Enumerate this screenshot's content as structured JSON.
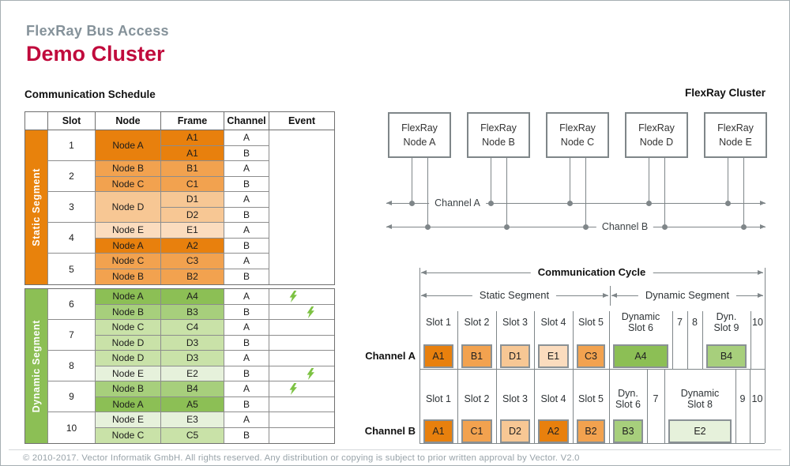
{
  "page": {
    "title": "FlexRay Bus Access",
    "subtitle": "Demo Cluster",
    "footer": "© 2010-2017. Vector Informatik GmbH. All rights reserved. Any distribution or copying is subject to prior written approval by Vector. V2.0"
  },
  "colors": {
    "accent_red": "#C00A3C",
    "title_gray": "#85929A",
    "line_gray": "#7F8689",
    "bolt_green": "#7CC242",
    "static_segment": "#E8820C",
    "dynamic_segment": "#8CBF55",
    "static_nodes": {
      "A": "#E8800D",
      "B": "#F2A24F",
      "C": "#F2A24F",
      "D": "#F7C794",
      "E": "#FBDCBE"
    },
    "dynamic_nodes": {
      "A": "#8CBF55",
      "B": "#A7CF7C",
      "C": "#C9E2A8",
      "D": "#C9E2A8",
      "E": "#E6F1DB"
    }
  },
  "schedule": {
    "heading": "Communication Schedule",
    "columns": [
      "Slot",
      "Node",
      "Frame",
      "Channel",
      "Event"
    ],
    "segments": [
      {
        "label": "Static Segment",
        "type": "static",
        "event_merged": true,
        "slots": [
          {
            "slot": "1",
            "rows": [
              {
                "node": "Node A",
                "span": 2,
                "key": "A",
                "frame": "A1",
                "channel": "A"
              },
              {
                "key": "A",
                "frame": "A1",
                "channel": "B"
              }
            ]
          },
          {
            "slot": "2",
            "rows": [
              {
                "node": "Node B",
                "span": 1,
                "key": "B",
                "frame": "B1",
                "channel": "A"
              },
              {
                "node": "Node C",
                "span": 1,
                "key": "C",
                "frame": "C1",
                "channel": "B"
              }
            ]
          },
          {
            "slot": "3",
            "rows": [
              {
                "node": "Node D",
                "span": 2,
                "key": "D",
                "frame": "D1",
                "channel": "A"
              },
              {
                "key": "D",
                "frame": "D2",
                "channel": "B"
              }
            ]
          },
          {
            "slot": "4",
            "rows": [
              {
                "node": "Node E",
                "span": 1,
                "key": "E",
                "frame": "E1",
                "channel": "A"
              },
              {
                "node": "Node A",
                "span": 1,
                "key": "A",
                "frame": "A2",
                "channel": "B"
              }
            ]
          },
          {
            "slot": "5",
            "rows": [
              {
                "node": "Node C",
                "span": 1,
                "key": "C",
                "frame": "C3",
                "channel": "A"
              },
              {
                "node": "Node B",
                "span": 1,
                "key": "B",
                "frame": "B2",
                "channel": "B"
              }
            ]
          }
        ]
      },
      {
        "label": "Dynamic Segment",
        "type": "dynamic",
        "event_merged": false,
        "slots": [
          {
            "slot": "6",
            "rows": [
              {
                "node": "Node A",
                "span": 1,
                "key": "A",
                "frame": "A4",
                "channel": "A",
                "event": true
              },
              {
                "node": "Node B",
                "span": 1,
                "key": "B",
                "frame": "B3",
                "channel": "B",
                "event": true
              }
            ]
          },
          {
            "slot": "7",
            "rows": [
              {
                "node": "Node C",
                "span": 1,
                "key": "C",
                "frame": "C4",
                "channel": "A"
              },
              {
                "node": "Node D",
                "span": 1,
                "key": "D",
                "frame": "D3",
                "channel": "B"
              }
            ]
          },
          {
            "slot": "8",
            "rows": [
              {
                "node": "Node D",
                "span": 1,
                "key": "D",
                "frame": "D3",
                "channel": "A"
              },
              {
                "node": "Node E",
                "span": 1,
                "key": "E",
                "frame": "E2",
                "channel": "B",
                "event": true
              }
            ]
          },
          {
            "slot": "9",
            "rows": [
              {
                "node": "Node B",
                "span": 1,
                "key": "B",
                "frame": "B4",
                "channel": "A",
                "event": true
              },
              {
                "node": "Node A",
                "span": 1,
                "key": "A",
                "frame": "A5",
                "channel": "B"
              }
            ]
          },
          {
            "slot": "10",
            "rows": [
              {
                "node": "Node E",
                "span": 1,
                "key": "E",
                "frame": "E3",
                "channel": "A"
              },
              {
                "node": "Node C",
                "span": 1,
                "key": "C",
                "frame": "C5",
                "channel": "B"
              }
            ]
          }
        ]
      }
    ]
  },
  "cluster": {
    "heading": "FlexRay Cluster",
    "channel_a_label": "Channel A",
    "channel_b_label": "Channel B",
    "nodes": [
      {
        "line1": "FlexRay",
        "line2": "Node A"
      },
      {
        "line1": "FlexRay",
        "line2": "Node B"
      },
      {
        "line1": "FlexRay",
        "line2": "Node C"
      },
      {
        "line1": "FlexRay",
        "line2": "Node D"
      },
      {
        "line1": "FlexRay",
        "line2": "Node E"
      }
    ]
  },
  "cycle": {
    "heading": "Communication Cycle",
    "static_label": "Static Segment",
    "dynamic_label": "Dynamic Segment",
    "channels": [
      {
        "name": "Channel A",
        "slots": [
          {
            "label": [
              "Slot 1"
            ],
            "width": 48,
            "frame": "A1",
            "key": "A",
            "seg": "static"
          },
          {
            "label": [
              "Slot 2"
            ],
            "width": 49,
            "frame": "B1",
            "key": "B",
            "seg": "static"
          },
          {
            "label": [
              "Slot 3"
            ],
            "width": 48,
            "frame": "D1",
            "key": "D",
            "seg": "static"
          },
          {
            "label": [
              "Slot 4"
            ],
            "width": 49,
            "frame": "E1",
            "key": "E",
            "seg": "static"
          },
          {
            "label": [
              "Slot 5"
            ],
            "width": 46,
            "frame": "C3",
            "key": "C",
            "seg": "static"
          },
          {
            "label": [
              "Dynamic",
              "Slot 6"
            ],
            "width": 80,
            "frame": "A4",
            "key": "A",
            "seg": "dynamic"
          },
          {
            "label": [
              "7"
            ],
            "width": 19
          },
          {
            "label": [
              "8"
            ],
            "width": 19
          },
          {
            "label": [
              "Dyn.",
              "Slot 9"
            ],
            "width": 61,
            "frame": "B4",
            "key": "B",
            "seg": "dynamic"
          },
          {
            "label": [
              "10"
            ],
            "width": 18
          }
        ]
      },
      {
        "name": "Channel B",
        "slots": [
          {
            "label": [
              "Slot 1"
            ],
            "width": 48,
            "frame": "A1",
            "key": "A",
            "seg": "static"
          },
          {
            "label": [
              "Slot 2"
            ],
            "width": 49,
            "frame": "C1",
            "key": "C",
            "seg": "static"
          },
          {
            "label": [
              "Slot 3"
            ],
            "width": 48,
            "frame": "D2",
            "key": "D",
            "seg": "static"
          },
          {
            "label": [
              "Slot 4"
            ],
            "width": 49,
            "frame": "A2",
            "key": "A",
            "seg": "static"
          },
          {
            "label": [
              "Slot 5"
            ],
            "width": 46,
            "frame": "B2",
            "key": "B",
            "seg": "static"
          },
          {
            "label": [
              "Dyn.",
              "Slot 6"
            ],
            "width": 48,
            "frame": "B3",
            "key": "B",
            "seg": "dynamic"
          },
          {
            "label": [
              "7"
            ],
            "width": 22
          },
          {
            "label": [
              "Dynamic",
              "Slot 8"
            ],
            "width": 90,
            "frame": "E2",
            "key": "E",
            "seg": "dynamic"
          },
          {
            "label": [
              "9"
            ],
            "width": 18
          },
          {
            "label": [
              "10"
            ],
            "width": 19
          }
        ]
      }
    ]
  }
}
